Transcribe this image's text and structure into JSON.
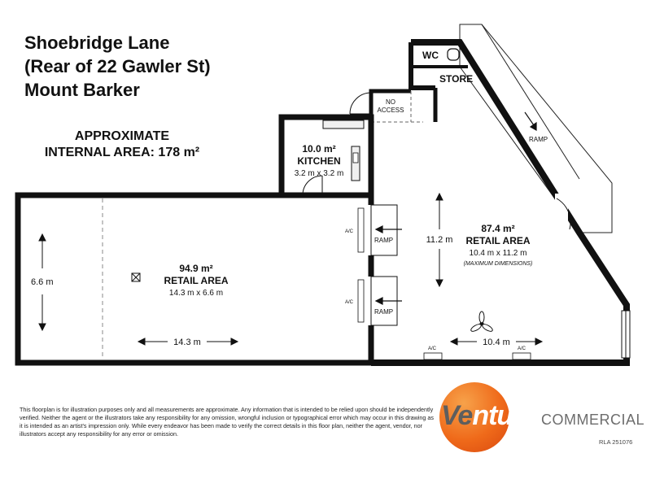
{
  "header": {
    "line1": "Shoebridge Lane",
    "line2": "(Rear of 22 Gawler St)",
    "line3": "Mount Barker"
  },
  "area_summary": {
    "label": "APPROXIMATE",
    "label2": "INTERNAL AREA:",
    "value": "178 m²"
  },
  "rooms": {
    "wc": "WC",
    "store": "STORE",
    "no_access1": "NO",
    "no_access2": "ACCESS",
    "kitchen_area": "10.0 m²",
    "kitchen_name": "KITCHEN",
    "kitchen_dims": "3.2 m x 3.2 m",
    "left_area": "94.9 m²",
    "left_name": "RETAIL AREA",
    "left_dims": "14.3 m x 6.6 m",
    "right_area": "87.4 m²",
    "right_name": "RETAIL AREA",
    "right_dims": "10.4 m x 11.2 m",
    "right_note": "(MAXIMUM DIMENSIONS)"
  },
  "dimensions": {
    "left_height": "6.6 m",
    "left_width": "14.3 m",
    "right_height": "11.2 m",
    "right_width": "10.4 m"
  },
  "labels": {
    "ramp": "RAMP",
    "ac": "A/C"
  },
  "footer": {
    "disclaimer": "This floorplan is for illustration purposes only and all measurements are approximate. Any information that is intended to be relied upon should be independently verified. Neither the agent or the illustrators take any responsibility for any omission, wrongful inclusion or typographical error which may occur in this drawing as it is intended as an artist's impression only. While every endeavor has been made to verify the correct details in this floor plan, neither the agent, vendor, nor illustrators accept any responsibility for any error or omission.",
    "logo_part1": "Ve",
    "logo_part2": "nture",
    "logo_part3": "COMMERCIAL",
    "rla": "RLA 251076"
  }
}
